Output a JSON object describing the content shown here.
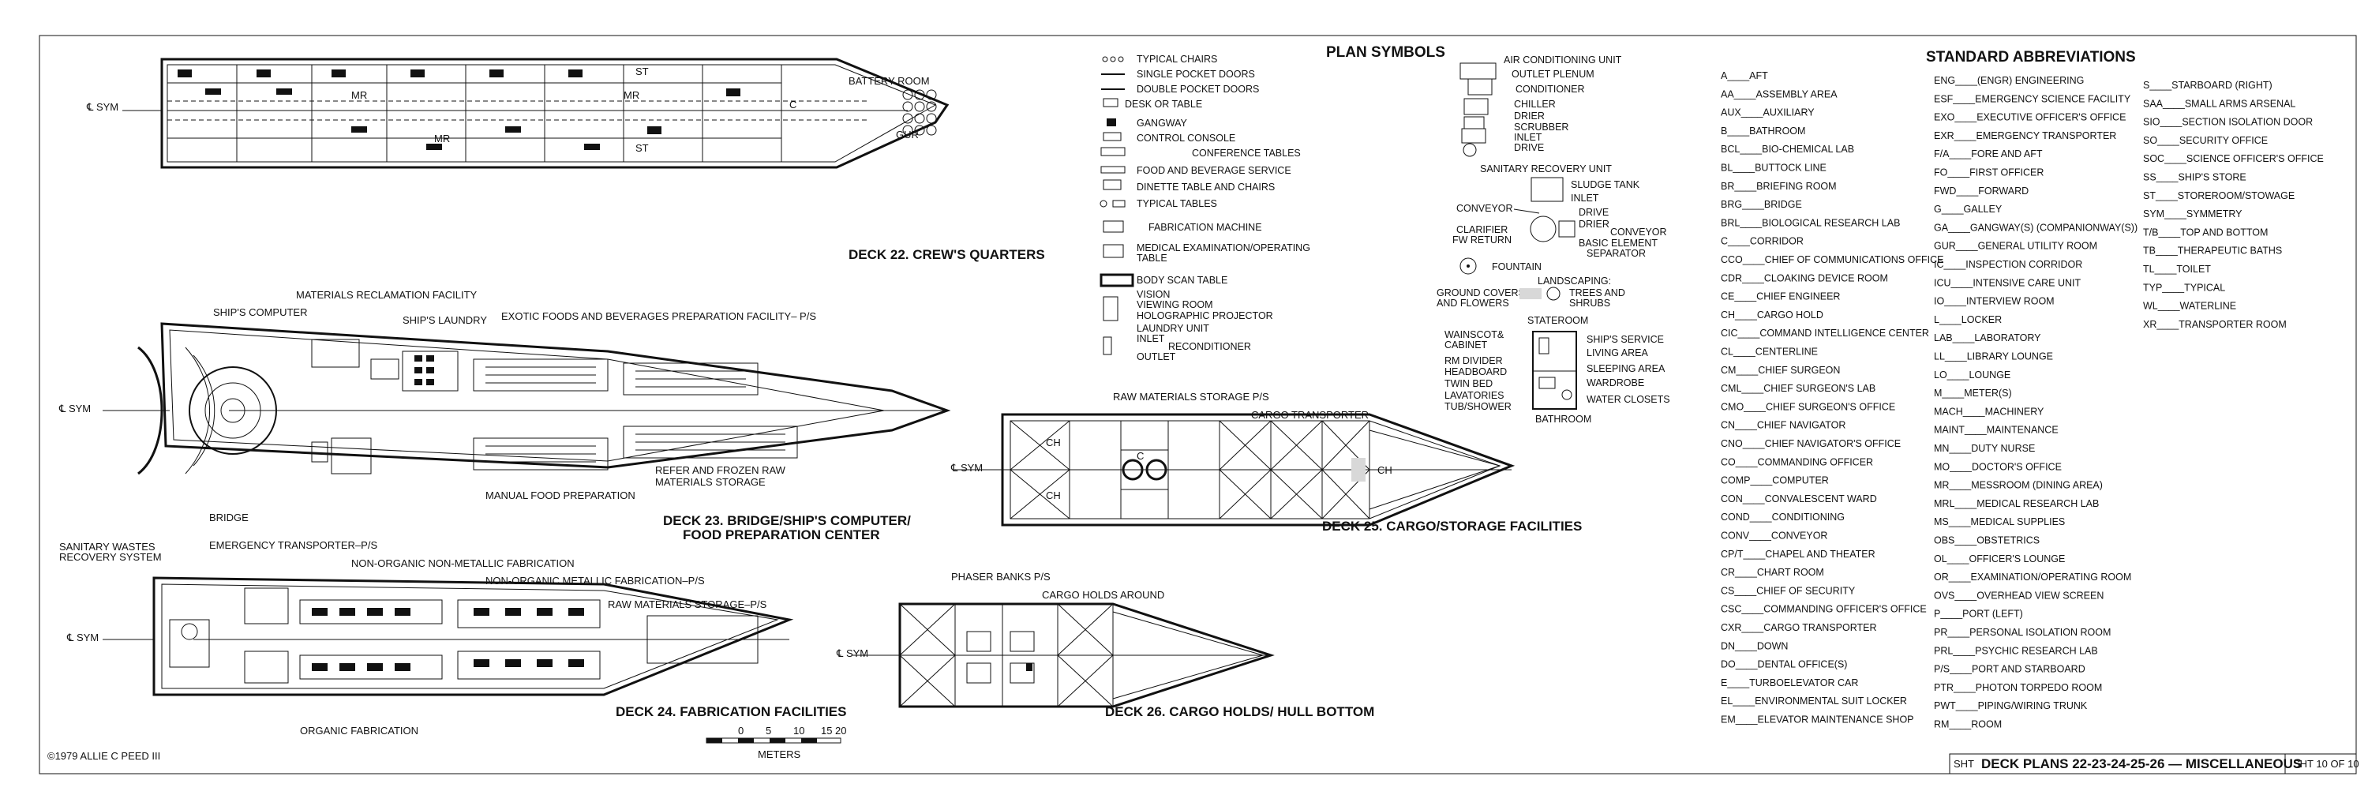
{
  "plan_symbols": {
    "heading": "PLAN SYMBOLS",
    "items": [
      "TYPICAL CHAIRS",
      "SINGLE POCKET DOORS",
      "DOUBLE POCKET DOORS",
      "DESK OR TABLE",
      "GANGWAY",
      "CONTROL CONSOLE",
      "CONFERENCE TABLES",
      "FOOD AND BEVERAGE SERVICE",
      "DINETTE TABLE AND CHAIRS",
      "TYPICAL TABLES",
      "FABRICATION MACHINE",
      "MEDICAL EXAMINATION/OPERATING",
      "TABLE",
      "BODY SCAN TABLE",
      "VISION",
      "VIEWING ROOM",
      "HOLOGRAPHIC PROJECTOR",
      "LAUNDRY UNIT",
      "INLET",
      "RECONDITIONER",
      "OUTLET"
    ]
  },
  "air_conditioning": {
    "heading": "AIR CONDITIONING UNIT",
    "items": [
      "OUTLET PLENUM",
      "CONDITIONER",
      "CHILLER",
      "DRIER",
      "SCRUBBER",
      "INLET",
      "DRIVE"
    ]
  },
  "sanitary_recovery": {
    "heading": "SANITARY RECOVERY UNIT",
    "items": [
      "SLUDGE TANK",
      "INLET",
      "CONVEYOR",
      "DRIVE",
      "CLARIFIER",
      "DRIER",
      "FW RETURN",
      "CONVEYOR",
      "BASIC ELEMENT",
      "SEPARATOR"
    ]
  },
  "misc_symbols": {
    "fountain": "FOUNTAIN",
    "landscaping": "LANDSCAPING:",
    "ground_covers": "GROUND COVERS",
    "and_flowers": "AND FLOWERS",
    "trees": "TREES AND",
    "shrubs": "SHRUBS"
  },
  "stateroom": {
    "heading": "STATEROOM",
    "left": [
      "WAINSCOT&",
      "CABINET",
      "RM DIVIDER",
      "HEADBOARD",
      "TWIN BED",
      "LAVATORIES",
      "TUB/SHOWER"
    ],
    "right": [
      "SHIP'S SERVICE",
      "LIVING AREA",
      "SLEEPING AREA",
      "WARDROBE",
      "WATER CLOSETS"
    ],
    "bathroom": "BATHROOM"
  },
  "abbreviations": {
    "heading": "STANDARD ABBREVIATIONS",
    "col1": [
      [
        "A",
        "AFT"
      ],
      [
        "AA",
        "ASSEMBLY AREA"
      ],
      [
        "AUX",
        "AUXILIARY"
      ],
      [
        "B",
        "BATHROOM"
      ],
      [
        "BCL",
        "BIO-CHEMICAL LAB"
      ],
      [
        "BL",
        "BUTTOCK LINE"
      ],
      [
        "BR",
        "BRIEFING ROOM"
      ],
      [
        "BRG",
        "BRIDGE"
      ],
      [
        "BRL",
        "BIOLOGICAL RESEARCH LAB"
      ],
      [
        "C",
        "CORRIDOR"
      ],
      [
        "CCO",
        "CHIEF OF COMMUNICATIONS OFFICE"
      ],
      [
        "CDR",
        "CLOAKING DEVICE ROOM"
      ],
      [
        "CE",
        "CHIEF ENGINEER"
      ],
      [
        "CH",
        "CARGO HOLD"
      ],
      [
        "CIC",
        "COMMAND INTELLIGENCE CENTER"
      ],
      [
        "CL",
        "CENTERLINE"
      ],
      [
        "CM",
        "CHIEF SURGEON"
      ],
      [
        "CML",
        "CHIEF SURGEON'S LAB"
      ],
      [
        "CMO",
        "CHIEF SURGEON'S OFFICE"
      ],
      [
        "CN",
        "CHIEF NAVIGATOR"
      ],
      [
        "CNO",
        "CHIEF NAVIGATOR'S OFFICE"
      ],
      [
        "CO",
        "COMMANDING OFFICER"
      ],
      [
        "COMP",
        "COMPUTER"
      ],
      [
        "CON",
        "CONVALESCENT WARD"
      ],
      [
        "COND",
        "CONDITIONING"
      ],
      [
        "CONV",
        "CONVEYOR"
      ],
      [
        "CP/T",
        "CHAPEL AND THEATER"
      ],
      [
        "CR",
        "CHART ROOM"
      ],
      [
        "CS",
        "CHIEF OF SECURITY"
      ],
      [
        "CSC",
        "COMMANDING OFFICER'S OFFICE"
      ],
      [
        "CXR",
        "CARGO TRANSPORTER"
      ],
      [
        "DN",
        "DOWN"
      ],
      [
        "DO",
        "DENTAL OFFICE(S)"
      ],
      [
        "E",
        "TURBOELEVATOR CAR"
      ],
      [
        "EL",
        "ENVIRONMENTAL SUIT LOCKER"
      ],
      [
        "EM",
        "ELEVATOR MAINTENANCE SHOP"
      ]
    ],
    "col2": [
      [
        "ENG",
        "(ENGR) ENGINEERING"
      ],
      [
        "ESF",
        "EMERGENCY SCIENCE FACILITY"
      ],
      [
        "EXO",
        "EXECUTIVE OFFICER'S OFFICE"
      ],
      [
        "EXR",
        "EMERGENCY TRANSPORTER"
      ],
      [
        "F/A",
        "FORE AND AFT"
      ],
      [
        "FO",
        "FIRST OFFICER"
      ],
      [
        "FWD",
        "FORWARD"
      ],
      [
        "G",
        "GALLEY"
      ],
      [
        "GA",
        "GANGWAY(S) (COMPANIONWAY(S))"
      ],
      [
        "GUR",
        "GENERAL UTILITY ROOM"
      ],
      [
        "IC",
        "INSPECTION CORRIDOR"
      ],
      [
        "ICU",
        "INTENSIVE CARE UNIT"
      ],
      [
        "IO",
        "INTERVIEW ROOM"
      ],
      [
        "L",
        "LOCKER"
      ],
      [
        "LAB",
        "LABORATORY"
      ],
      [
        "LL",
        "LIBRARY LOUNGE"
      ],
      [
        "LO",
        "LOUNGE"
      ],
      [
        "M",
        "METER(S)"
      ],
      [
        "MACH",
        "MACHINERY"
      ],
      [
        "MAINT",
        "MAINTENANCE"
      ],
      [
        "MN",
        "DUTY NURSE"
      ],
      [
        "MO",
        "DOCTOR'S OFFICE"
      ],
      [
        "MR",
        "MESSROOM (DINING AREA)"
      ],
      [
        "MRL",
        "MEDICAL RESEARCH LAB"
      ],
      [
        "MS",
        "MEDICAL SUPPLIES"
      ],
      [
        "OBS",
        "OBSTETRICS"
      ],
      [
        "OL",
        "OFFICER'S LOUNGE"
      ],
      [
        "OR",
        "EXAMINATION/OPERATING ROOM"
      ],
      [
        "OVS",
        "OVERHEAD VIEW SCREEN"
      ],
      [
        "P",
        "PORT (LEFT)"
      ],
      [
        "PR",
        "PERSONAL ISOLATION ROOM"
      ],
      [
        "PRL",
        "PSYCHIC RESEARCH LAB"
      ],
      [
        "P/S",
        "PORT AND STARBOARD"
      ],
      [
        "PTR",
        "PHOTON TORPEDO ROOM"
      ],
      [
        "PWT",
        "PIPING/WIRING TRUNK"
      ],
      [
        "RM",
        "ROOM"
      ]
    ],
    "col3": [
      [
        "S",
        "STARBOARD (RIGHT)"
      ],
      [
        "SAA",
        "SMALL ARMS ARSENAL"
      ],
      [
        "SIO",
        "SECTION ISOLATION DOOR"
      ],
      [
        "SO",
        "SECURITY OFFICE"
      ],
      [
        "SOC",
        "SCIENCE OFFICER'S OFFICE"
      ],
      [
        "SS",
        "SHIP'S STORE"
      ],
      [
        "ST",
        "STOREROOM/STOWAGE"
      ],
      [
        "SYM",
        "SYMMETRY"
      ],
      [
        "T/B",
        "TOP AND BOTTOM"
      ],
      [
        "TB",
        "THERAPEUTIC BATHS"
      ],
      [
        "TL",
        "TOILET"
      ],
      [
        "TYP",
        "TYPICAL"
      ],
      [
        "WL",
        "WATERLINE"
      ],
      [
        "XR",
        "TRANSPORTER ROOM"
      ]
    ]
  },
  "decks": {
    "d22": {
      "title": "DECK 22. CREW'S QUARTERS",
      "labels": [
        "BATTERY ROOM",
        "MR",
        "MR",
        "MR",
        "GUR",
        "ST",
        "ST",
        "C"
      ],
      "sym": "℄ SYM"
    },
    "d23": {
      "title1": "DECK 23. BRIDGE/SHIP'S COMPUTER/",
      "title2": "FOOD PREPARATION CENTER",
      "labels": {
        "computer": "SHIP'S COMPUTER",
        "reclaim": "MATERIALS RECLAMATION FACILITY",
        "laundry": "SHIP'S LAUNDRY",
        "exotic": "EXOTIC FOODS AND BEVERAGES PREPARATION FACILITY– P/S",
        "bridge": "BRIDGE",
        "manual": "MANUAL FOOD PREPARATION",
        "refer1": "REFER AND FROZEN RAW",
        "refer2": "MATERIALS STORAGE"
      },
      "sym": "℄ SYM"
    },
    "d24": {
      "title": "DECK 24. FABRICATION FACILITIES",
      "labels": {
        "sanitary1": "SANITARY WASTES",
        "sanitary2": "RECOVERY SYSTEM",
        "emergency": "EMERGENCY TRANSPORTER–P/S",
        "nonorg_nonmet": "NON-ORGANIC NON-METALLIC FABRICATION",
        "nonorg_met": "NON-ORGANIC METALLIC FABRICATION–P/S",
        "raw": "RAW MATERIALS STORAGE–P/S",
        "organic": "ORGANIC FABRICATION"
      },
      "sym": "℄ SYM"
    },
    "d25": {
      "title": "DECK 25. CARGO/STORAGE FACILITIES",
      "labels": {
        "raw": "RAW MATERIALS STORAGE P/S",
        "cargo_tr": "CARGO TRANSPORTER",
        "ch": "CH",
        "c": "C"
      },
      "sym": "℄ SYM"
    },
    "d26": {
      "title": "DECK 26. CARGO HOLDS/ HULL BOTTOM",
      "labels": {
        "phaser": "PHASER BANKS P/S",
        "holds": "CARGO HOLDS AROUND"
      },
      "sym": "℄ SYM"
    }
  },
  "scale": {
    "ticks": [
      "0",
      "5",
      "10",
      "15",
      "20"
    ],
    "unit": "METERS"
  },
  "copyright": "©1979 ALLIE C PEED III",
  "title_block": {
    "sht_label": "SHT",
    "title": "DECK PLANS 22-23-24-25-26 — MISCELLANEOUS",
    "sheet": "SHT 10 OF 10"
  }
}
